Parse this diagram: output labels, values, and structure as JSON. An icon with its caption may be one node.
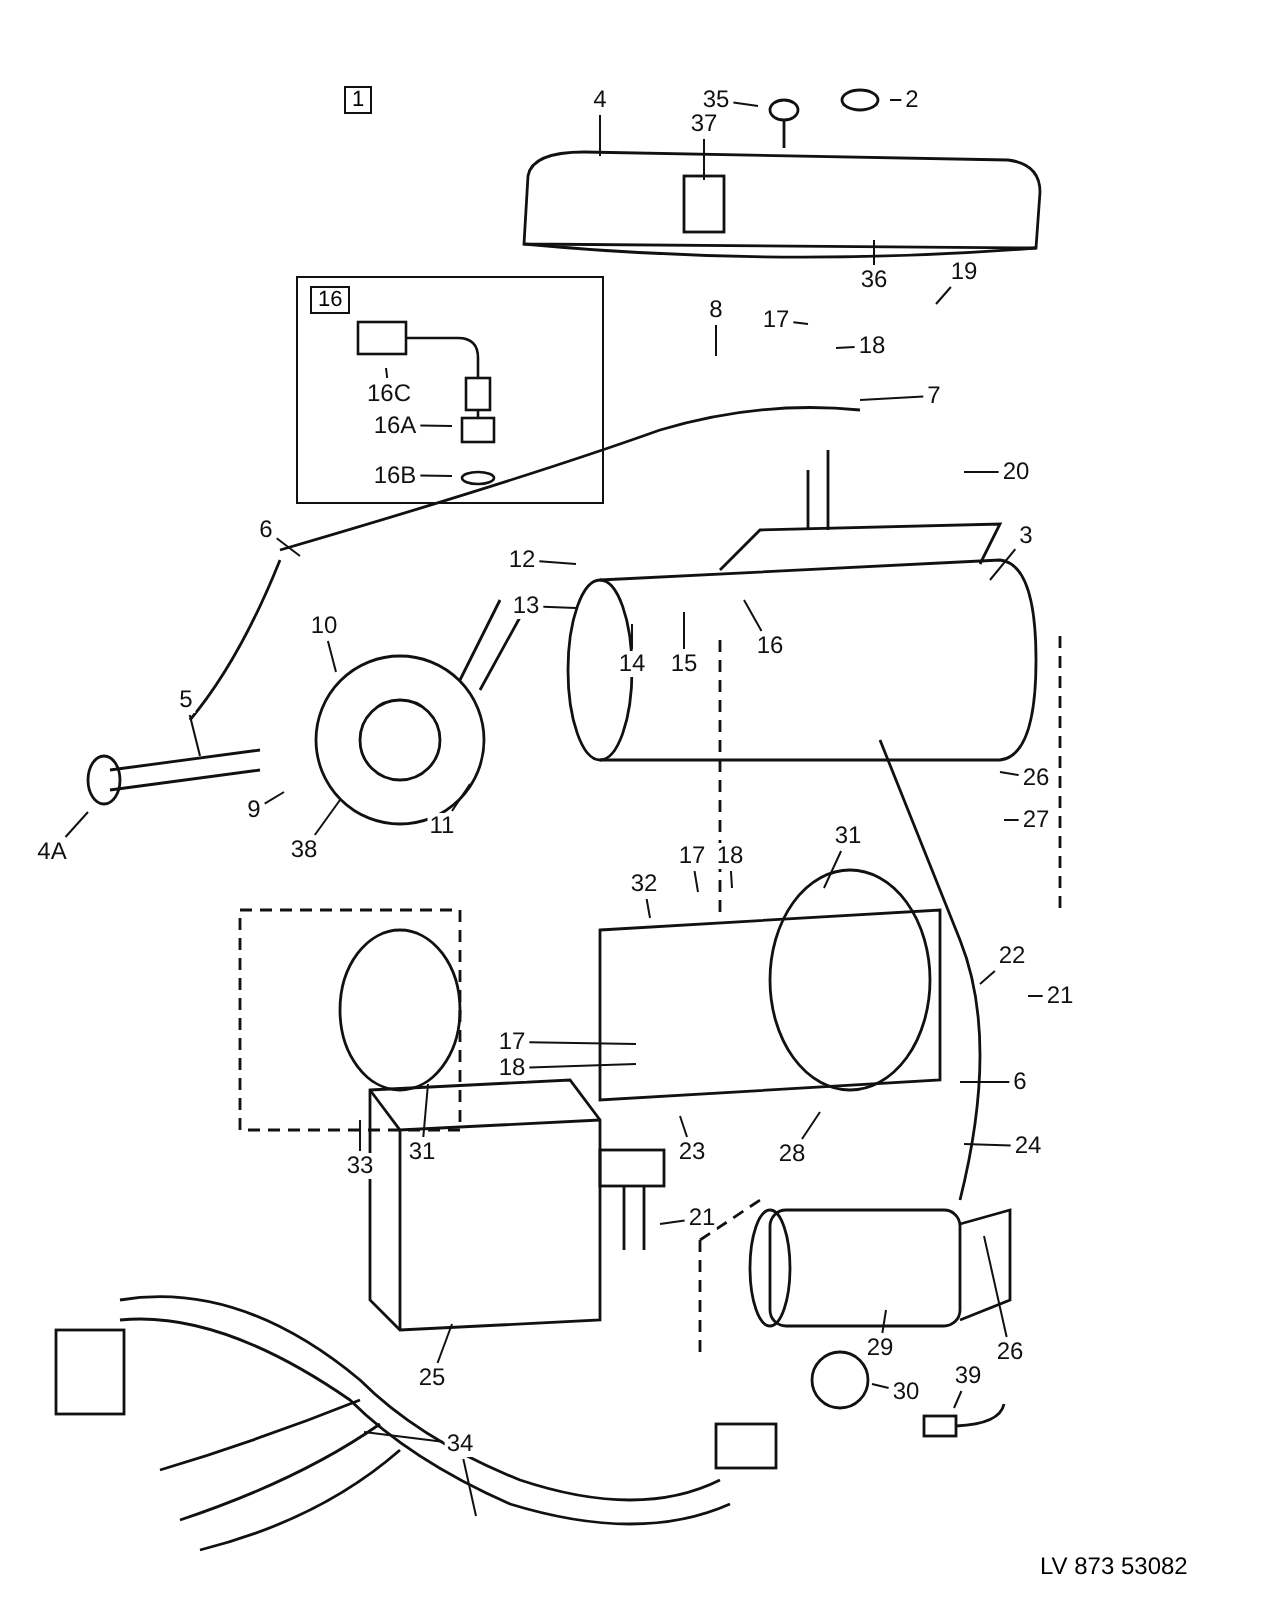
{
  "diagram": {
    "nodes": [
      {
        "text": [
          "4"
        ]
      },
      {
        "text": [
          "37"
        ]
      },
      {
        "text": [
          "35"
        ]
      },
      {
        "text": [
          "2"
        ]
      },
      {
        "text": [
          "36"
        ]
      },
      {
        "text": [
          "19"
        ]
      },
      {
        "text": [
          "17"
        ]
      },
      {
        "text": [
          "18"
        ]
      },
      {
        "text": [
          "7"
        ]
      },
      {
        "text": [
          "8"
        ]
      },
      {
        "text": [
          "16"
        ]
      },
      {
        "text": [
          "16C"
        ],
        "in": 10
      },
      {
        "text": [
          "16A"
        ],
        "in": 10
      },
      {
        "text": [
          "16B"
        ],
        "in": 10
      },
      {
        "text": [
          "20"
        ]
      },
      {
        "text": [
          "6"
        ]
      },
      {
        "text": [
          "12"
        ]
      },
      {
        "text": [
          "13"
        ]
      },
      {
        "text": [
          "14"
        ]
      },
      {
        "text": [
          "15"
        ]
      },
      {
        "text": [
          "16"
        ]
      },
      {
        "text": [
          "3"
        ]
      },
      {
        "text": [
          "10"
        ]
      },
      {
        "text": [
          "5"
        ]
      },
      {
        "text": [
          "4A"
        ]
      },
      {
        "text": [
          "9"
        ]
      },
      {
        "text": [
          "38"
        ]
      },
      {
        "text": [
          "11"
        ]
      },
      {
        "text": [
          "26"
        ]
      },
      {
        "text": [
          "27"
        ]
      },
      {
        "text": [
          "31"
        ]
      },
      {
        "text": [
          "32"
        ]
      },
      {
        "text": [
          "17"
        ]
      },
      {
        "text": [
          "18"
        ]
      },
      {
        "text": [
          "22"
        ]
      },
      {
        "text": [
          "21"
        ]
      },
      {
        "text": [
          "17"
        ]
      },
      {
        "text": [
          "18"
        ]
      },
      {
        "text": [
          "6"
        ]
      },
      {
        "text": [
          "33"
        ]
      },
      {
        "text": [
          "31"
        ]
      },
      {
        "text": [
          "23"
        ]
      },
      {
        "text": [
          "28"
        ]
      },
      {
        "text": [
          "24"
        ]
      },
      {
        "text": [
          "21"
        ]
      },
      {
        "text": [
          "25"
        ]
      },
      {
        "text": [
          "29"
        ]
      },
      {
        "text": [
          "26"
        ]
      },
      {
        "text": [
          "30"
        ]
      },
      {
        "text": [
          "39"
        ]
      },
      {
        "text": [
          "34"
        ]
      }
    ],
    "edges": [
      {
        "from": 0,
        "to": null,
        "arrow": "none"
      },
      {
        "from": 1,
        "to": null,
        "arrow": "none"
      },
      {
        "from": 2,
        "to": null,
        "arrow": "none"
      },
      {
        "from": 3,
        "to": null,
        "arrow": "none"
      },
      {
        "from": 4,
        "to": null,
        "arrow": "none"
      },
      {
        "from": 5,
        "to": null,
        "arrow": "none"
      },
      {
        "from": 6,
        "to": null,
        "arrow": "none"
      },
      {
        "from": 7,
        "to": null,
        "arrow": "none"
      },
      {
        "from": 8,
        "to": null,
        "arrow": "none"
      },
      {
        "from": 9,
        "to": null,
        "arrow": "none"
      },
      {
        "from": 11,
        "to": null,
        "arrow": "none"
      },
      {
        "from": 12,
        "to": null,
        "arrow": "none"
      },
      {
        "from": 13,
        "to": null,
        "arrow": "none"
      },
      {
        "from": 14,
        "to": null,
        "arrow": "none"
      },
      {
        "from": 15,
        "to": null,
        "arrow": "none"
      },
      {
        "from": 16,
        "to": null,
        "arrow": "none"
      },
      {
        "from": 17,
        "to": null,
        "arrow": "none"
      },
      {
        "from": 18,
        "to": null,
        "arrow": "none"
      },
      {
        "from": 19,
        "to": null,
        "arrow": "none"
      },
      {
        "from": 20,
        "to": null,
        "arrow": "none"
      },
      {
        "from": 21,
        "to": null,
        "arrow": "none"
      },
      {
        "from": 22,
        "to": null,
        "arrow": "none"
      },
      {
        "from": 23,
        "to": null,
        "arrow": "none"
      },
      {
        "from": 24,
        "to": null,
        "arrow": "none"
      },
      {
        "from": 25,
        "to": null,
        "arrow": "none"
      },
      {
        "from": 26,
        "to": null,
        "arrow": "none"
      },
      {
        "from": 27,
        "to": null,
        "arrow": "none"
      },
      {
        "from": 28,
        "to": null,
        "arrow": "none"
      },
      {
        "from": 29,
        "to": null,
        "arrow": "none"
      },
      {
        "from": 30,
        "to": null,
        "arrow": "none"
      },
      {
        "from": 31,
        "to": null,
        "arrow": "none"
      },
      {
        "from": 32,
        "to": null,
        "arrow": "none"
      },
      {
        "from": 33,
        "to": null,
        "arrow": "none"
      },
      {
        "from": 34,
        "to": null,
        "arrow": "none"
      },
      {
        "from": 35,
        "to": null,
        "arrow": "none"
      },
      {
        "from": 36,
        "to": null,
        "arrow": "none"
      },
      {
        "from": 37,
        "to": null,
        "arrow": "none"
      },
      {
        "from": 38,
        "to": null,
        "arrow": "none"
      },
      {
        "from": 39,
        "to": null,
        "arrow": "none"
      },
      {
        "from": 40,
        "to": null,
        "arrow": "none"
      },
      {
        "from": 41,
        "to": null,
        "arrow": "none"
      },
      {
        "from": 42,
        "to": null,
        "arrow": "none"
      },
      {
        "from": 43,
        "to": null,
        "arrow": "none"
      },
      {
        "from": 44,
        "to": null,
        "arrow": "none"
      },
      {
        "from": 45,
        "to": null,
        "arrow": "none"
      },
      {
        "from": 46,
        "to": null,
        "arrow": "none"
      },
      {
        "from": 47,
        "to": null,
        "arrow": "none"
      },
      {
        "from": 48,
        "to": null,
        "arrow": "none"
      },
      {
        "from": 49,
        "to": null,
        "arrow": "none"
      },
      {
        "from": 50,
        "to": null,
        "arrow": "none"
      },
      {
        "from": 50,
        "to": null,
        "arrow": "none"
      }
    ],
    "labels": [
      "1",
      "LV 873 53082"
    ]
  }
}
